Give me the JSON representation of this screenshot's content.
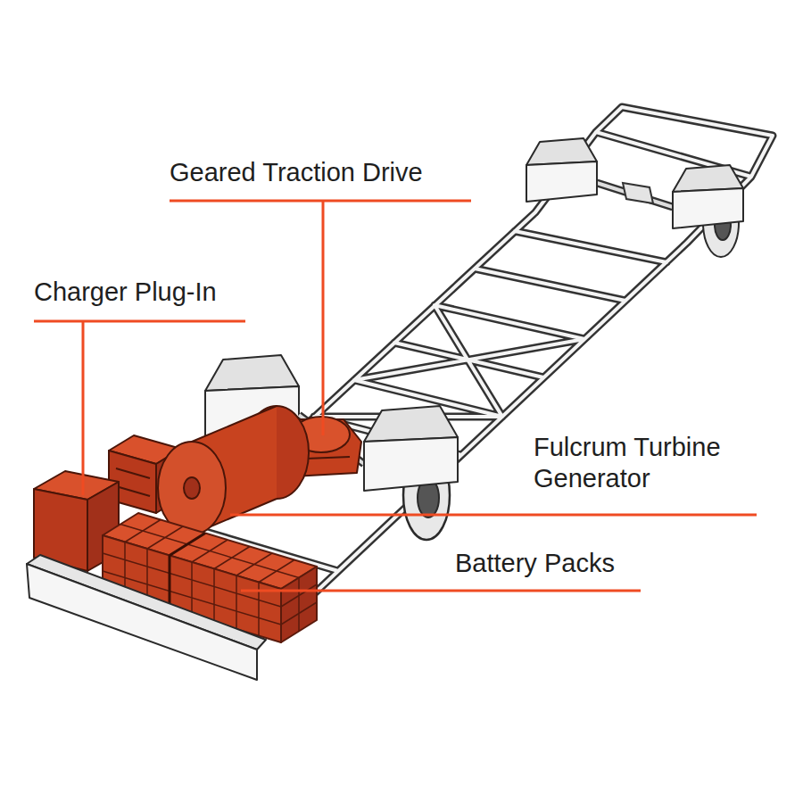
{
  "diagram": {
    "labels": [
      "Geared Traction Drive",
      "Charger Plug-In",
      "Fulcrum Turbine Generator",
      "Battery Packs"
    ]
  }
}
